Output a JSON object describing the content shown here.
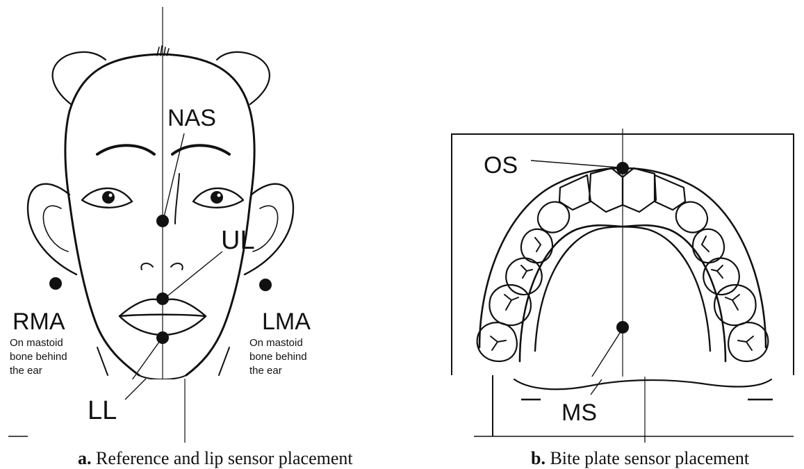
{
  "panel_a": {
    "labels": {
      "nas": "NAS",
      "ul": "UL",
      "ll": "LL",
      "rma": "RMA",
      "lma": "LMA"
    },
    "rma_note": [
      "On mastoid",
      "bone behind",
      "the ear"
    ],
    "lma_note": [
      "On mastoid",
      "bone behind",
      "the ear"
    ],
    "caption_letter": "a.",
    "caption_text": " Reference and lip sensor placement"
  },
  "panel_b": {
    "labels": {
      "os": "OS",
      "ms": "MS"
    },
    "caption_letter": "b.",
    "caption_text": " Bite plate sensor placement"
  }
}
